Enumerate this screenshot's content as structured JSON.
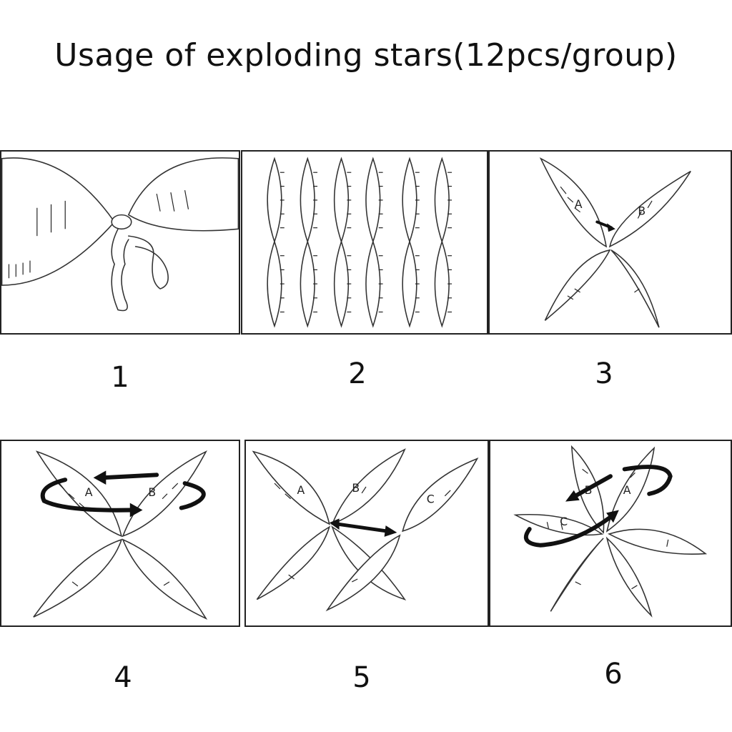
{
  "title": "Usage of exploding stars(12pcs/group)",
  "steps": [
    {
      "number": "1"
    },
    {
      "number": "2"
    },
    {
      "number": "3",
      "labels": [
        "A",
        "B"
      ]
    },
    {
      "number": "4",
      "labels": [
        "A",
        "B"
      ]
    },
    {
      "number": "5",
      "labels": [
        "A",
        "B",
        "C"
      ]
    },
    {
      "number": "6",
      "labels": [
        "B",
        "A",
        "C"
      ]
    }
  ]
}
